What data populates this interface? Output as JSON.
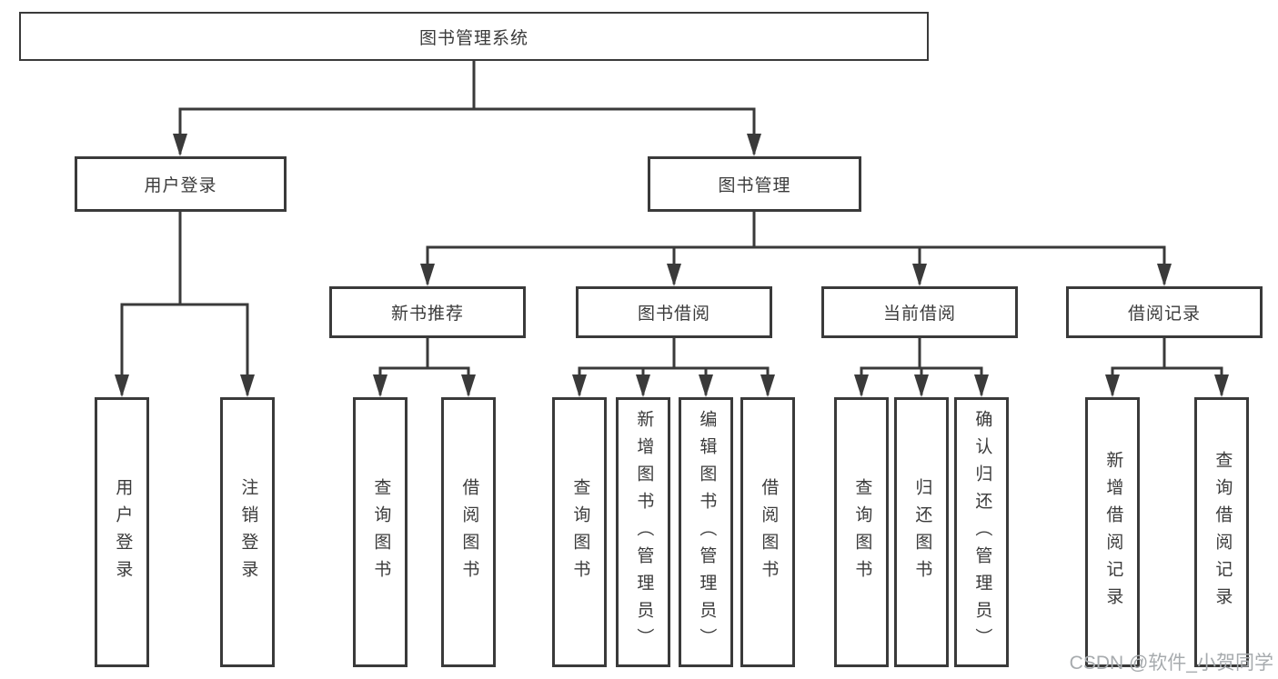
{
  "nodes": {
    "root": "图书管理系统",
    "user_login": "用户登录",
    "book_mgmt": "图书管理",
    "new_book_rec": "新书推荐",
    "book_borrow": "图书借阅",
    "current_borrow": "当前借阅",
    "borrow_records": "借阅记录",
    "leaf_user_login": "用户登录",
    "leaf_logout": "注销登录",
    "leaf_nb_query": "查询图书",
    "leaf_nb_borrow": "借阅图书",
    "leaf_bb_query": "查询图书",
    "leaf_bb_add": "新增图书（管理员）",
    "leaf_bb_edit": "编辑图书（管理员）",
    "leaf_bb_borrow": "借阅图书",
    "leaf_cb_query": "查询图书",
    "leaf_cb_return": "归还图书",
    "leaf_cb_confirm": "确认归还（管理员）",
    "leaf_br_add": "新增借阅记录",
    "leaf_br_query": "查询借阅记录"
  },
  "watermark": "CSDN @软件_小贺同学",
  "colors": {
    "line": "#3a3a3a",
    "box_bg": "#ffffff",
    "text": "#3b3b3b",
    "watermark": "#a7abae",
    "background": "#ffffff"
  }
}
